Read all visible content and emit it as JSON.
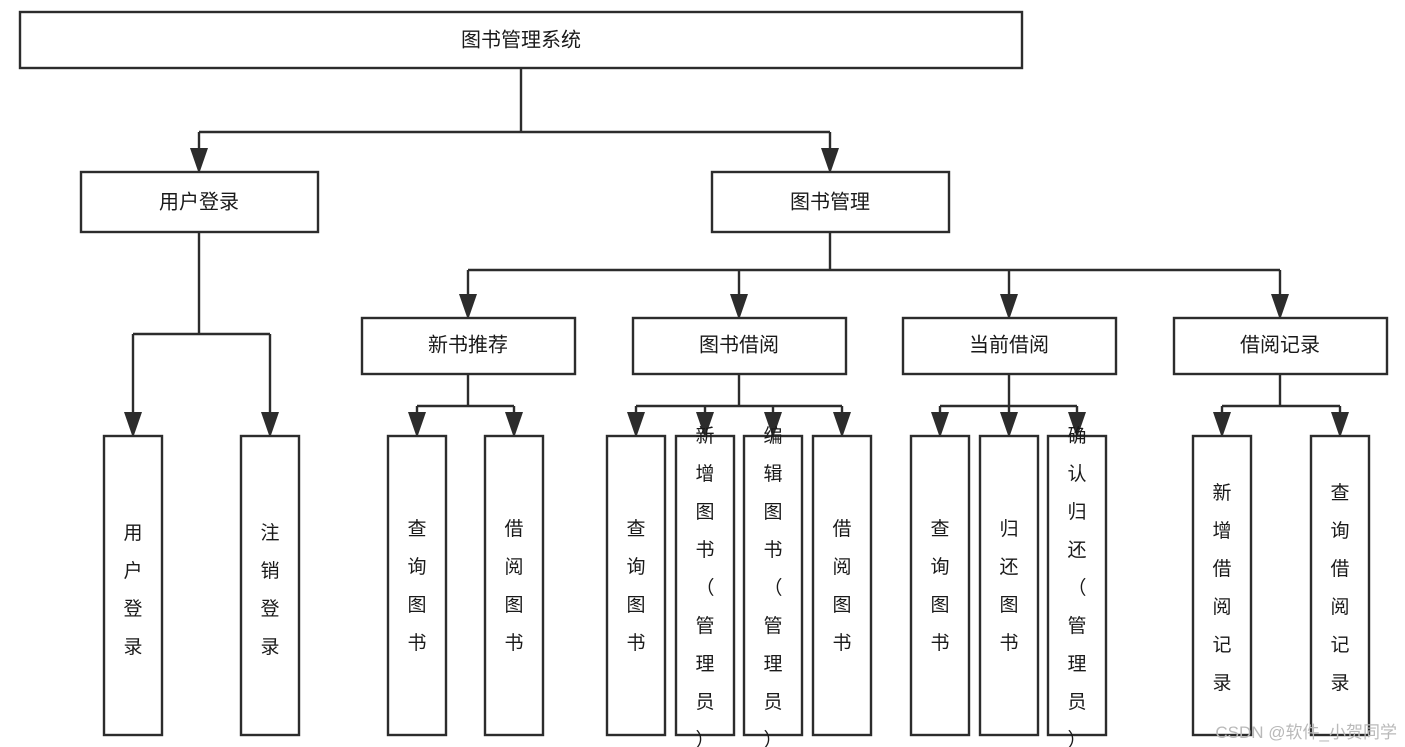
{
  "diagram": {
    "type": "tree-hierarchy",
    "title": "图书管理系统",
    "watermark": "CSDN @软件_小贺同学",
    "colors": {
      "stroke": "#2c2c2c",
      "fill": "#ffffff",
      "text": "#1a1a1a",
      "watermark": "#b9b9b9",
      "background": "#ffffff"
    },
    "levels": {
      "root": {
        "label": "图书管理系统"
      },
      "level2": [
        {
          "id": "user-login",
          "label": "用户登录"
        },
        {
          "id": "book-management",
          "label": "图书管理"
        }
      ],
      "level3": [
        {
          "id": "new-book-recommend",
          "label": "新书推荐",
          "parent": "book-management"
        },
        {
          "id": "book-borrow",
          "label": "图书借阅",
          "parent": "book-management"
        },
        {
          "id": "current-borrow",
          "label": "当前借阅",
          "parent": "book-management"
        },
        {
          "id": "borrow-record",
          "label": "借阅记录",
          "parent": "book-management"
        }
      ],
      "leaves": [
        {
          "id": "leaf-user-login",
          "label": "用户登录",
          "parent": "user-login"
        },
        {
          "id": "leaf-user-logout",
          "label": "注销登录",
          "parent": "user-login"
        },
        {
          "id": "leaf-query-book-1",
          "label": "查询图书",
          "parent": "new-book-recommend"
        },
        {
          "id": "leaf-borrow-book-1",
          "label": "借阅图书",
          "parent": "new-book-recommend"
        },
        {
          "id": "leaf-query-book-2",
          "label": "查询图书",
          "parent": "book-borrow"
        },
        {
          "id": "leaf-add-book",
          "label": "新增图书（管理员）",
          "parent": "book-borrow"
        },
        {
          "id": "leaf-edit-book",
          "label": "编辑图书（管理员）",
          "parent": "book-borrow"
        },
        {
          "id": "leaf-borrow-book-2",
          "label": "借阅图书",
          "parent": "book-borrow"
        },
        {
          "id": "leaf-query-book-3",
          "label": "查询图书",
          "parent": "current-borrow"
        },
        {
          "id": "leaf-return-book",
          "label": "归还图书",
          "parent": "current-borrow"
        },
        {
          "id": "leaf-confirm-return",
          "label": "确认归还（管理员）",
          "parent": "current-borrow"
        },
        {
          "id": "leaf-add-record",
          "label": "新增借阅记录",
          "parent": "borrow-record"
        },
        {
          "id": "leaf-query-record",
          "label": "查询借阅记录",
          "parent": "borrow-record"
        }
      ]
    }
  }
}
